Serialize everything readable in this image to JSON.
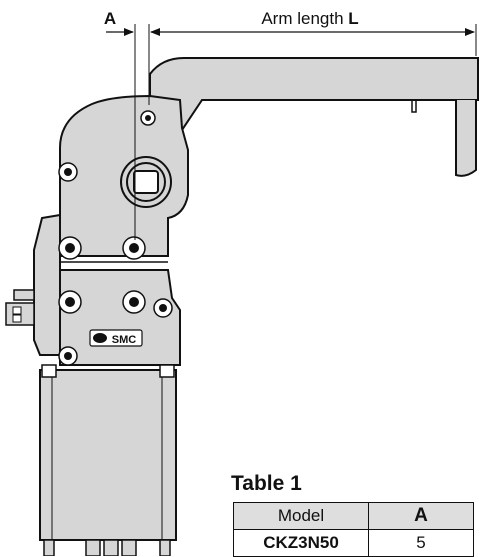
{
  "dimensions": {
    "a_label": "A",
    "arm_length_prefix": "Arm length ",
    "arm_length_symbol": "L"
  },
  "logo": {
    "text": "SMC"
  },
  "table": {
    "title": "Table 1",
    "headers": [
      "Model",
      "A"
    ],
    "rows": [
      {
        "model": "CKZ3N50",
        "a": "5"
      }
    ]
  }
}
